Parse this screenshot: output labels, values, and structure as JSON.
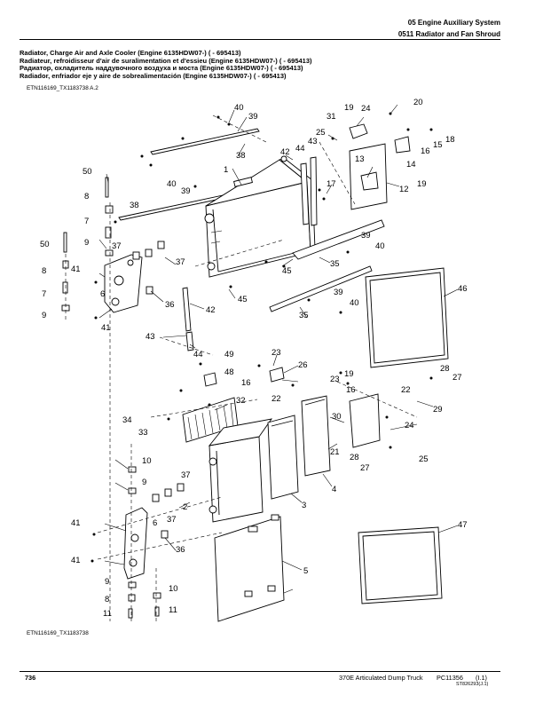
{
  "header": {
    "section": "05 Engine Auxiliary System",
    "subsection": "0511 Radiator and Fan Shroud"
  },
  "titles": [
    "Radiator, Charge Air and Axle Cooler (Engine 6135HDW07-) ( - 695413)",
    "Radiateur, refroidisseur d'air de suralimentation et d'essieu (Engine 6135HDW07-) ( - 695413)",
    "Радиатор, охладитель наддувочного воздуха и моста (Engine 6135HDW07-) ( - 695413)",
    "Radiador, enfriador eje y aire de sobrealimentación (Engine 6135HDW07-) ( - 695413)"
  ],
  "figure_ref_top": "ETN116169_TX1183738 A.2",
  "figure_ref_bottom": "ETN116169_TX1183738",
  "callouts": [
    "40",
    "39",
    "38",
    "42",
    "44",
    "43",
    "1",
    "50",
    "8",
    "7",
    "50",
    "8",
    "7",
    "9",
    "9",
    "40",
    "39",
    "38",
    "41",
    "6",
    "37",
    "37",
    "36",
    "41",
    "42",
    "45",
    "45",
    "43",
    "44",
    "49",
    "48",
    "31",
    "19",
    "24",
    "20",
    "25",
    "13",
    "12",
    "19",
    "17",
    "16",
    "15",
    "18",
    "14",
    "39",
    "40",
    "35",
    "39",
    "40",
    "35",
    "46",
    "23",
    "26",
    "16",
    "22",
    "23",
    "16",
    "19",
    "22",
    "28",
    "27",
    "29",
    "30",
    "24",
    "21",
    "28",
    "27",
    "25",
    "4",
    "3",
    "34",
    "33",
    "32",
    "10",
    "9",
    "37",
    "2",
    "6",
    "37",
    "36",
    "41",
    "41",
    "9",
    "8",
    "11",
    "10",
    "11",
    "5",
    "47"
  ],
  "footer": {
    "page_number": "736",
    "model": "370E Articulated Dump Truck",
    "catalog": "PC11356",
    "revision": "(I.1)",
    "sheet_code": "ST826293(J.1)"
  }
}
